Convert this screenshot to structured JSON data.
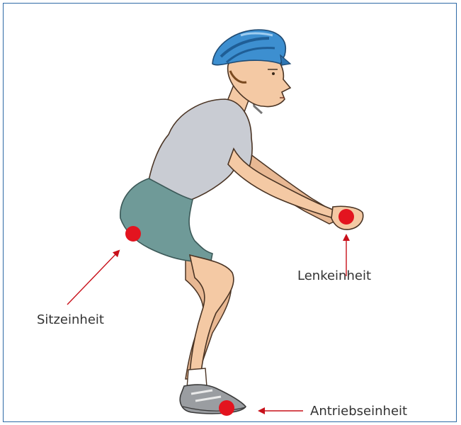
{
  "labels": {
    "sitz": "Sitzeinheit",
    "lenk": "Lenkeinheit",
    "antrieb": "Antriebseinheit"
  },
  "colors": {
    "frame": "#2e6aa6",
    "marker": "#e3141f",
    "arrow": "#c8101a",
    "skin": "#f4c9a4",
    "skin_outline": "#4a3424",
    "helmet": "#3d8fd0",
    "helmet_dark": "#1f5e96",
    "jersey": "#c9ccd3",
    "shorts": "#6f9a98",
    "sock": "#ffffff",
    "shoe": "#8e9195",
    "hair": "#7a4a20",
    "text": "#333333"
  }
}
